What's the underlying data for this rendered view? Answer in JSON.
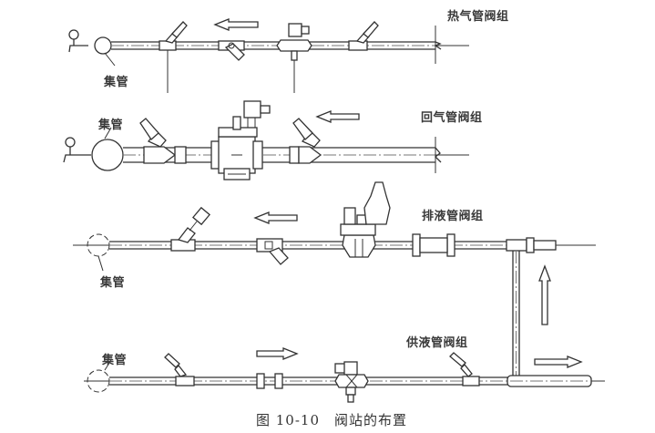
{
  "diagram": {
    "caption": "图 10-10　阀站的布置",
    "groups": [
      {
        "id": "hot-gas",
        "title": "热气管阀组",
        "header_label": "集管",
        "flow": "left"
      },
      {
        "id": "return-gas",
        "title": "回气管阀组",
        "header_label": "集管",
        "flow": "left"
      },
      {
        "id": "drain-liquid",
        "title": "排液管阀组",
        "header_label": "集管",
        "flow": "left"
      },
      {
        "id": "supply-liquid",
        "title": "供液管阀组",
        "header_label": "集管",
        "flow": "right"
      }
    ],
    "riser_flow": "up",
    "colors": {
      "line": "#333333",
      "text": "#3a3a3a",
      "background": "#ffffff"
    }
  }
}
